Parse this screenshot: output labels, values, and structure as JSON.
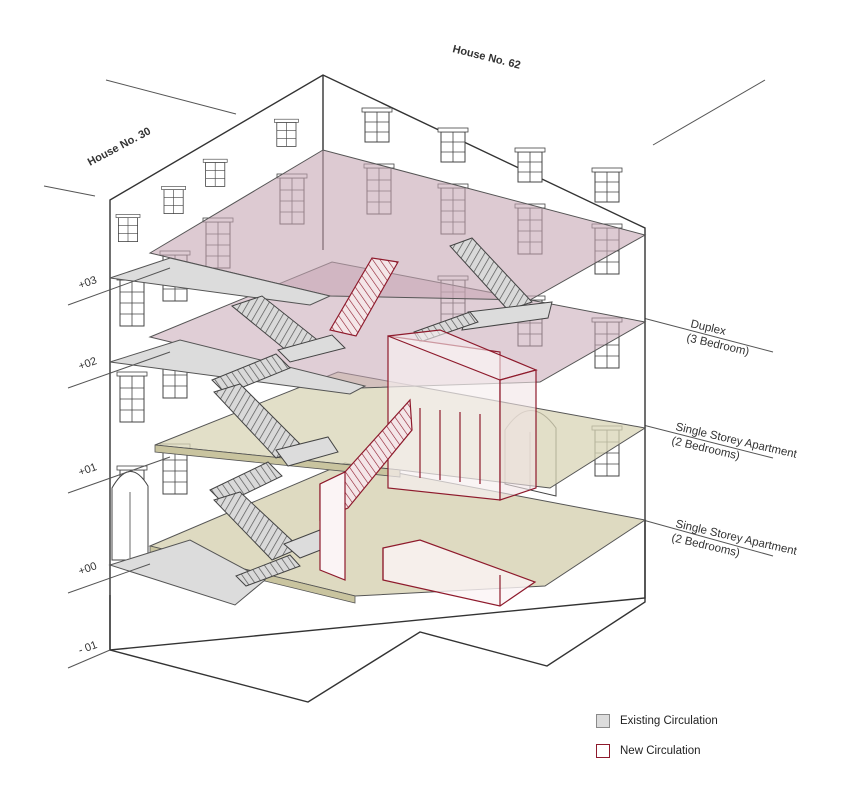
{
  "houses": {
    "left": "House No. 30",
    "right": "House No. 62"
  },
  "levels": [
    {
      "id": "level-plus-03",
      "label": "+03"
    },
    {
      "id": "level-plus-02",
      "label": "+02"
    },
    {
      "id": "level-plus-01",
      "label": "+01"
    },
    {
      "id": "level-plus-00",
      "label": "+00"
    },
    {
      "id": "level-minus-01",
      "label": "- 01"
    }
  ],
  "units": [
    {
      "id": "duplex",
      "name": "Duplex",
      "detail": "(3 Bedroom)"
    },
    {
      "id": "apartment-upper",
      "name": "Single Storey Apartment",
      "detail": "(2 Bedrooms)"
    },
    {
      "id": "apartment-lower",
      "name": "Single Storey Apartment",
      "detail": "(2 Bedrooms)"
    }
  ],
  "legend": {
    "existing": "Existing Circulation",
    "new": "New Circulation"
  },
  "colors": {
    "duplex_fill": "#c6a6b4",
    "apartment_fill": "#d8d4b6",
    "existing_circulation": "#dcdcdc",
    "new_circulation": "#8e1a2c",
    "line": "#333333"
  }
}
